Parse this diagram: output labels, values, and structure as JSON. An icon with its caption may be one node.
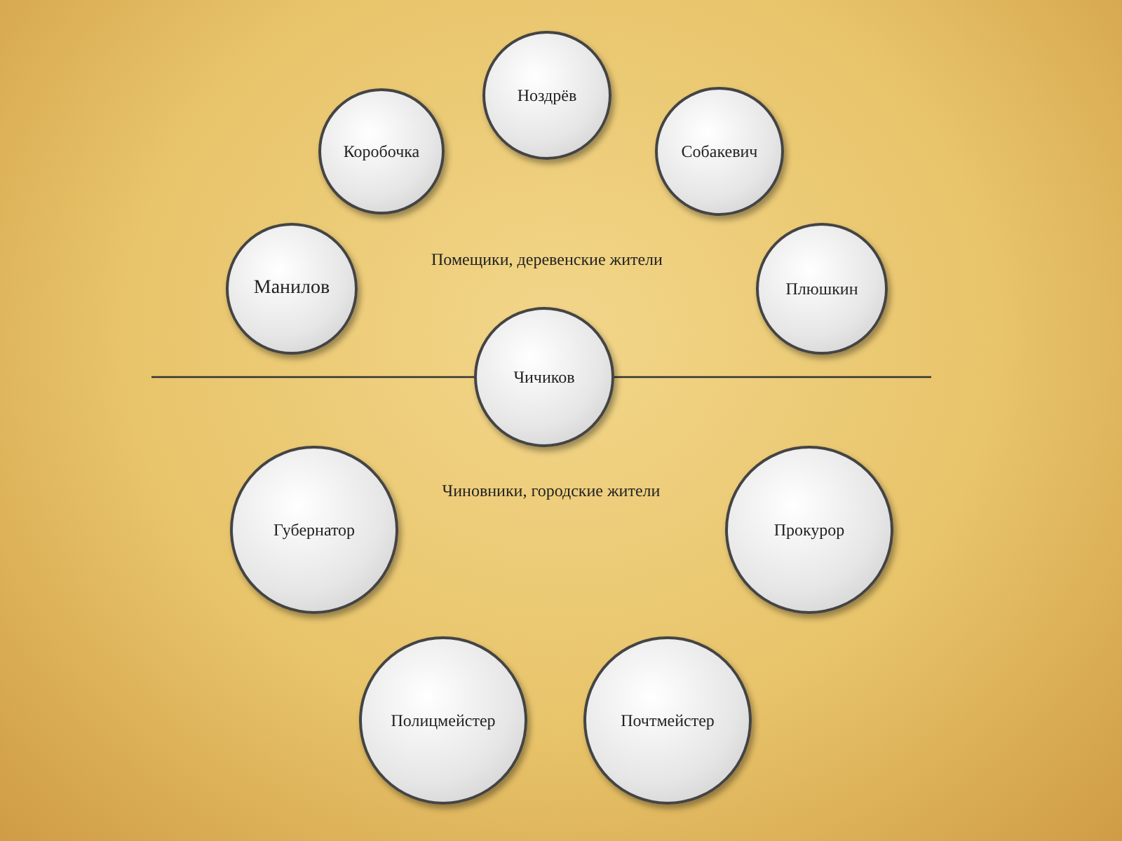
{
  "diagram": {
    "nodes": [
      {
        "text": [
          "Ноздрёв"
        ]
      },
      {
        "text": [
          "Коробочка"
        ]
      },
      {
        "text": [
          "Собакевич"
        ]
      },
      {
        "text": [
          "Манилов"
        ]
      },
      {
        "text": [
          "Плюшкин"
        ]
      },
      {
        "text": [
          "Чичиков"
        ]
      },
      {
        "text": [
          "Губернатор"
        ]
      },
      {
        "text": [
          "Прокурор"
        ]
      },
      {
        "text": [
          "Полицмейстер"
        ]
      },
      {
        "text": [
          "Почтмейстер"
        ]
      }
    ],
    "edges": [],
    "labels": [
      "Помещики, деревенские жители",
      "Чиновники, городские жители"
    ]
  }
}
